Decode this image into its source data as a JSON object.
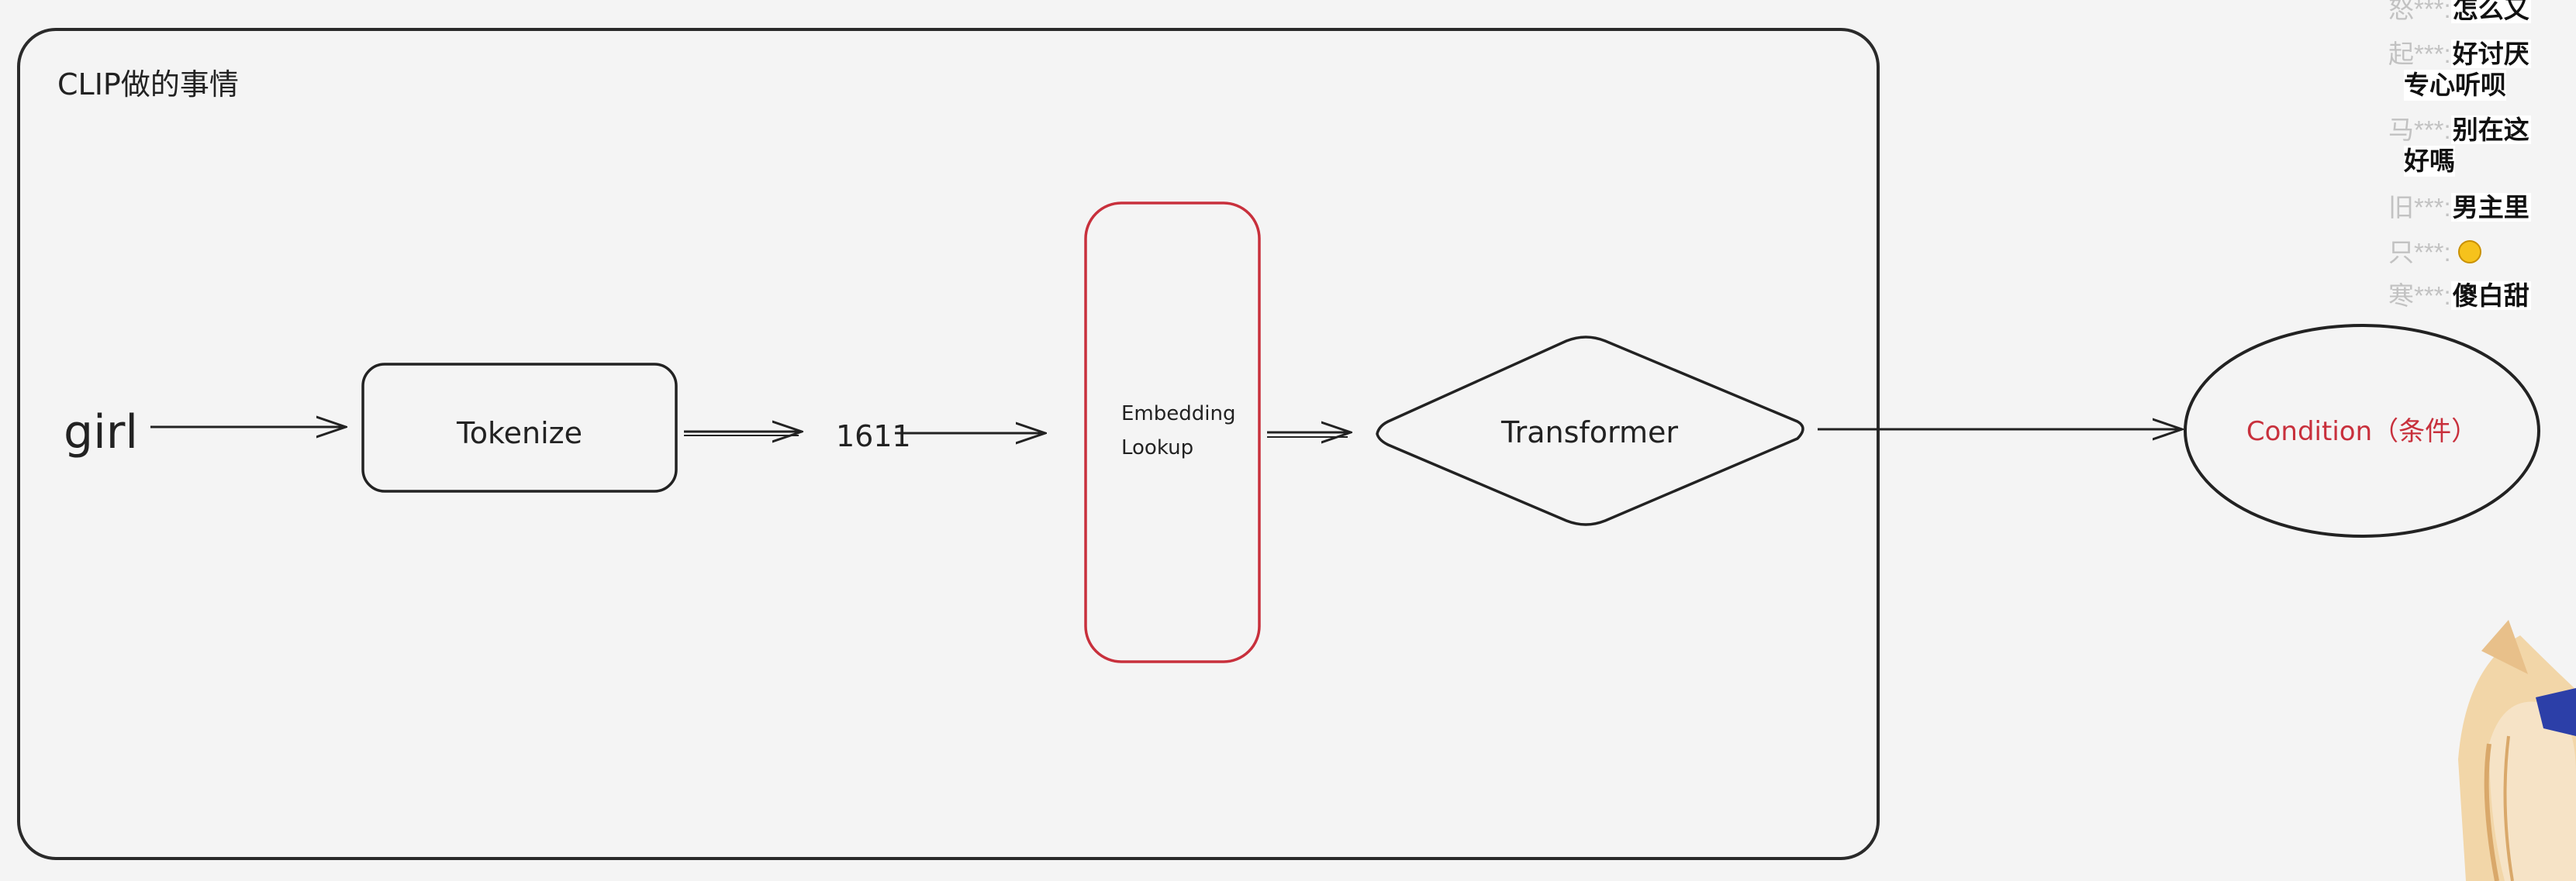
{
  "diagram": {
    "title": "CLIP做的事情",
    "input_word": "girl",
    "tokenize_label": "Tokenize",
    "token_id": "1611",
    "embedding_line1": "Embedding",
    "embedding_line2": "Lookup",
    "transformer_label": "Transformer",
    "condition_label": "Condition（条件）",
    "colors": {
      "stroke": "#222222",
      "embedding_border": "#c8303c",
      "condition_text": "#c8303c",
      "frame": "#2a2a2a"
    }
  },
  "danmaku": [
    {
      "user": "怒***:",
      "text": "怎么又"
    },
    {
      "user": "起***:",
      "text": "好讨厌"
    },
    {
      "wrap": "专心听呗"
    },
    {
      "user": "马***:",
      "text": "别在这"
    },
    {
      "wrap": "好嗎"
    },
    {
      "user": "旧***:",
      "text": "男主里"
    },
    {
      "user": "只***:",
      "emoji": "smile-emoji"
    },
    {
      "user": "寒***:",
      "text": "傻白甜"
    }
  ]
}
